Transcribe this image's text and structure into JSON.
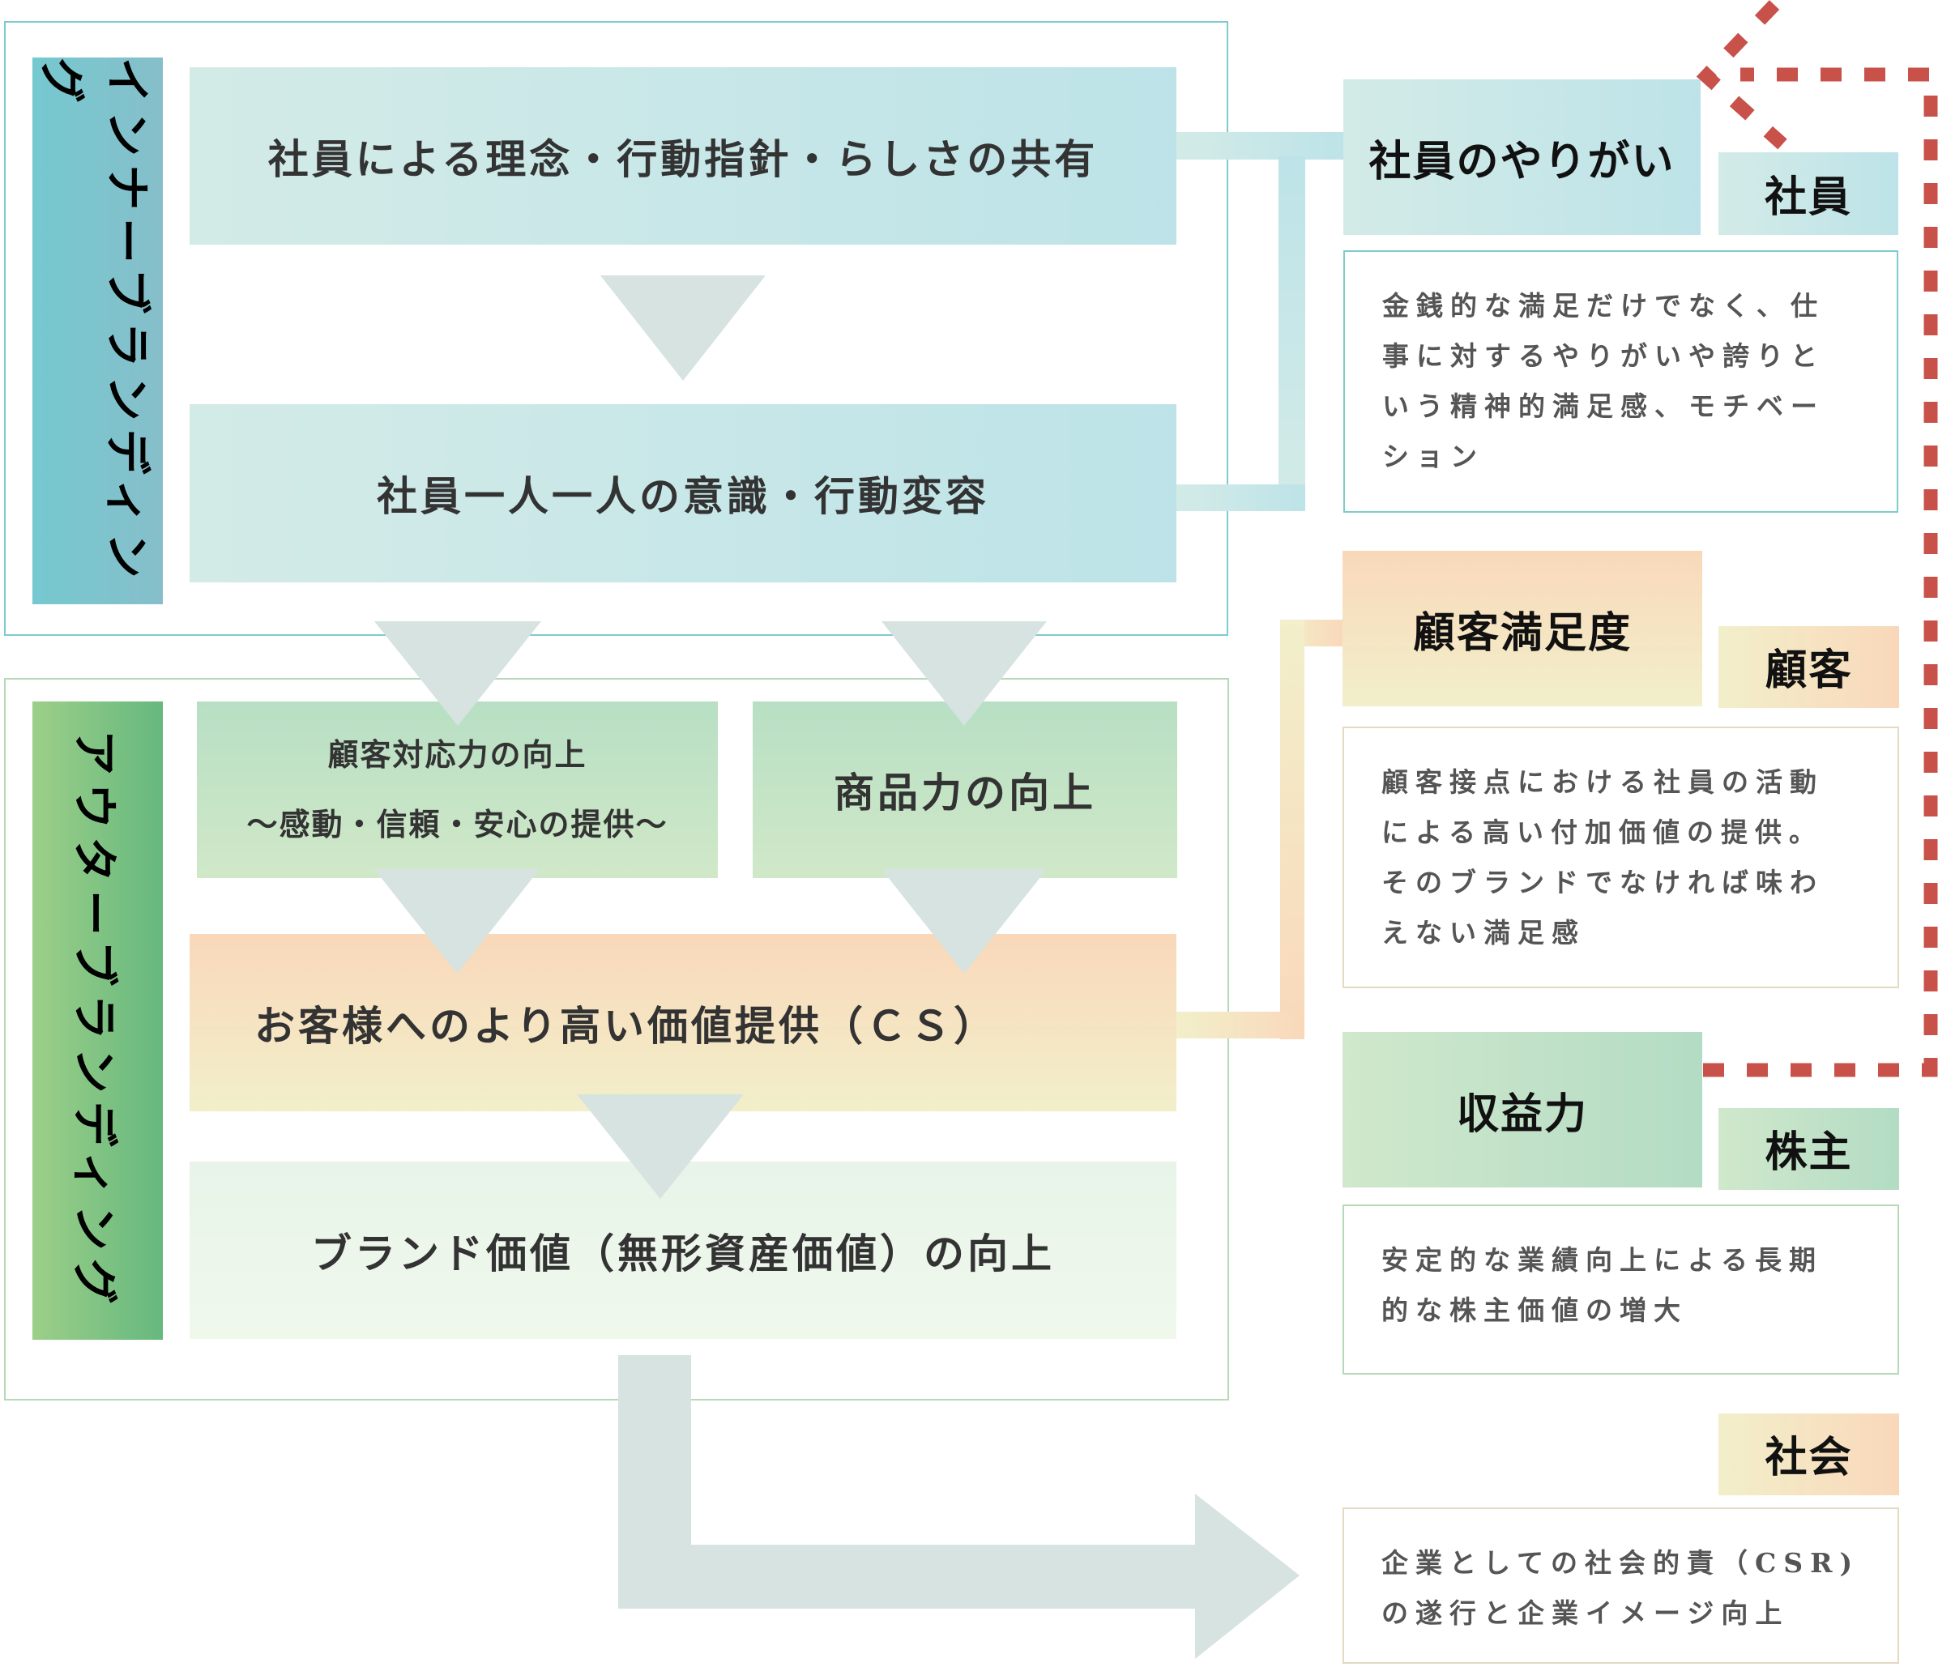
{
  "inner_branding": {
    "label": "インナーブランディング",
    "step1": "社員による理念・行動指針・らしさの共有",
    "step2": "社員一人一人の意識・行動変容"
  },
  "outer_branding": {
    "label": "アウターブランディング",
    "customer_response": {
      "line1": "顧客対応力の向上",
      "line2": "～感動・信頼・安心の提供～"
    },
    "product_power": "商品力の向上",
    "value_provision": "お客様へのより高い価値提供（ＣＳ）",
    "brand_value": "ブランド価値（無形資産価値）の向上"
  },
  "stakeholders": [
    {
      "key": "employee",
      "outcome": "社員のやりがい",
      "tag": "社員",
      "description": [
        "金銭的な満足だけでなく、仕",
        "事に対するやりがいや誇りと",
        "いう精神的満足感、モチベー",
        "ション"
      ]
    },
    {
      "key": "customer",
      "outcome": "顧客満足度",
      "tag": "顧客",
      "description": [
        "顧客接点における社員の活動",
        "による高い付加価値の提供。",
        "そのブランドでなければ味わ",
        "えない満足感"
      ]
    },
    {
      "key": "shareholder",
      "outcome": "収益力",
      "tag": "株主",
      "description": [
        "安定的な業績向上による長期",
        "的な株主価値の増大"
      ]
    },
    {
      "key": "society",
      "tag": "社会",
      "description": [
        "企業としての社会的責（CSR)",
        "の遂行と企業イメージ向上"
      ]
    }
  ],
  "colors": {
    "inner_accent": "#76c8d0",
    "outer_accent": "#66b87f",
    "orange_accent": "#f9d8ba",
    "arrow_gray": "#d6e3e0",
    "feedback_dashed_red": "#c8514a"
  }
}
